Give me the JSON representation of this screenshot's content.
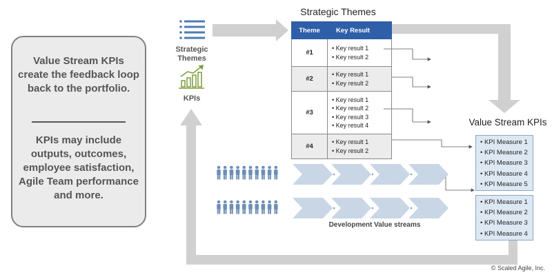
{
  "callout": {
    "paragraph1": "Value Stream KPIs create the feedback loop back to the portfolio.",
    "paragraph2": "KPIs may include outputs, outcomes, employee satisfaction, Agile Team performance and more."
  },
  "left_icons": {
    "strategic_themes_label": "Strategic Themes",
    "kpis_label": "KPIs"
  },
  "themes_table": {
    "title": "Strategic Themes",
    "headers": [
      "Theme",
      "Key Result"
    ],
    "rows": [
      {
        "theme": "#1",
        "results": [
          "• Key result 1",
          "• Key result 2"
        ]
      },
      {
        "theme": "#2",
        "results": [
          "• Key result 1",
          "• Key result 2"
        ]
      },
      {
        "theme": "#3",
        "results": [
          "• Key result 1",
          "• Key result 2",
          "• Key result 3",
          "• Key result 4"
        ]
      },
      {
        "theme": "#4",
        "results": [
          "• Key result 1",
          "• Key result 2"
        ]
      }
    ]
  },
  "value_stream_kpis": {
    "title": "Value Stream KPIs",
    "group1": [
      "• KPI Measure 1",
      "• KPI Measure 2",
      "• KPI Measure 3",
      "• KPI Measure 4",
      "• KPI Measure 5"
    ],
    "group2": [
      "• KPI Measure 1",
      "• KPI Measure 2",
      "• KPI Measure 3",
      "• KPI Measure 4"
    ]
  },
  "development_label": "Development Value streams",
  "copyright": "© Scaled Agile, Inc.",
  "colors": {
    "arrow_gray": "#d0d0d0",
    "table_header": "#2e5fa8",
    "chevron": "#c8d6e6",
    "kpi_box": "#dde8f3",
    "people": "#6e8fb5",
    "icon_blue": "#4d7ab5",
    "icon_green": "#7d9b3b"
  }
}
